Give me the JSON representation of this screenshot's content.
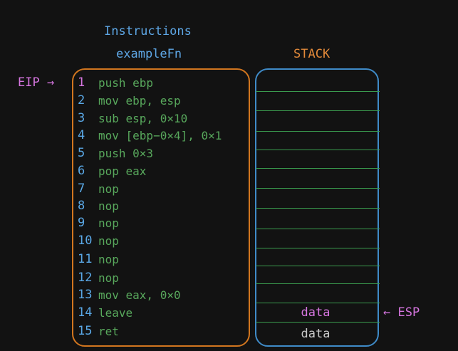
{
  "headings": {
    "instructions": "Instructions",
    "function_name": "exampleFn",
    "stack": "STACK"
  },
  "pointers": {
    "eip": "EIP →",
    "esp": "← ESP"
  },
  "instructions": [
    {
      "num": "1",
      "code": "push ebp",
      "active": true
    },
    {
      "num": "2",
      "code": "mov ebp, esp"
    },
    {
      "num": "3",
      "code": "sub esp, 0×10"
    },
    {
      "num": "4",
      "code": "mov [ebp−0×4], 0×1"
    },
    {
      "num": "5",
      "code": "push 0×3"
    },
    {
      "num": "6",
      "code": "pop eax"
    },
    {
      "num": "7",
      "code": "nop"
    },
    {
      "num": "8",
      "code": "nop"
    },
    {
      "num": "9",
      "code": "nop"
    },
    {
      "num": "10",
      "code": "nop"
    },
    {
      "num": "11",
      "code": "nop"
    },
    {
      "num": "12",
      "code": "nop"
    },
    {
      "num": "13",
      "code": "mov eax, 0×0"
    },
    {
      "num": "14",
      "code": "leave"
    },
    {
      "num": "15",
      "code": "ret"
    }
  ],
  "stack": {
    "slots": [
      {
        "label": "data",
        "color": "#d676e0"
      },
      {
        "label": "data",
        "color": "#c8c8c8"
      }
    ]
  },
  "colors": {
    "instruction_box": "#d2761f",
    "stack_box": "#3f8bc8",
    "heading": "#5ea7e6",
    "stack_heading": "#e2893a",
    "pointer": "#d676e0",
    "code": "#58a85c",
    "stack_lines": "#3a9a4e"
  }
}
